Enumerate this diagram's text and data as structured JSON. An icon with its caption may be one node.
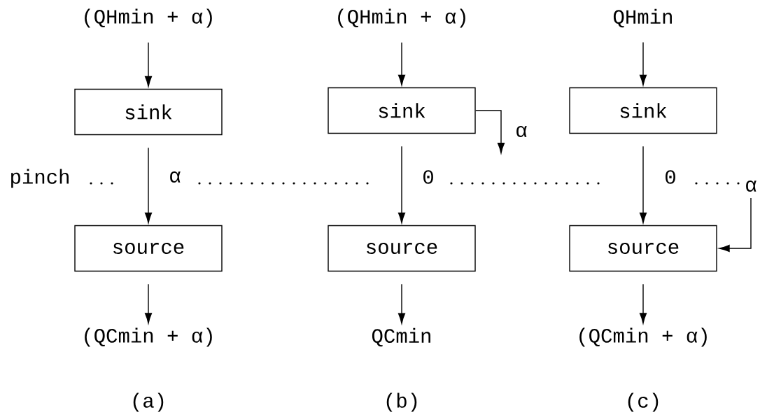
{
  "diagram": {
    "nodes": [
      {
        "text": [
          "(QHmin + α)"
        ]
      },
      {
        "text": [
          "sink"
        ]
      },
      {
        "text": [
          "source"
        ]
      },
      {
        "text": [
          "(QCmin + α)"
        ]
      },
      {
        "text": [
          "(QHmin + α)"
        ]
      },
      {
        "text": [
          "sink"
        ]
      },
      {
        "text": [
          "source"
        ]
      },
      {
        "text": [
          "QCmin"
        ]
      },
      {
        "text": [
          "QHmin"
        ]
      },
      {
        "text": [
          "sink"
        ]
      },
      {
        "text": [
          "source"
        ]
      },
      {
        "text": [
          "(QCmin + α)"
        ]
      }
    ],
    "edges": [
      {
        "from": 0,
        "to": 1,
        "arrow": "to"
      },
      {
        "from": 1,
        "to": 2,
        "arrow": "to"
      },
      {
        "from": 2,
        "to": 3,
        "arrow": "to"
      },
      {
        "from": 4,
        "to": 5,
        "arrow": "to"
      },
      {
        "from": 5,
        "to": 6,
        "arrow": "to"
      },
      {
        "from": 6,
        "to": 7,
        "arrow": "to"
      },
      {
        "from": 5,
        "to": null,
        "arrow": "to",
        "label": "α"
      },
      {
        "from": 8,
        "to": 9,
        "arrow": "to"
      },
      {
        "from": 9,
        "to": 10,
        "arrow": "to"
      },
      {
        "from": 10,
        "to": 11,
        "arrow": "to"
      },
      {
        "from": null,
        "to": 10,
        "arrow": "to",
        "label": "α"
      }
    ],
    "labels": [
      "pinch",
      "α",
      "0",
      "0",
      "(a)",
      "(b)",
      "(c)"
    ]
  }
}
